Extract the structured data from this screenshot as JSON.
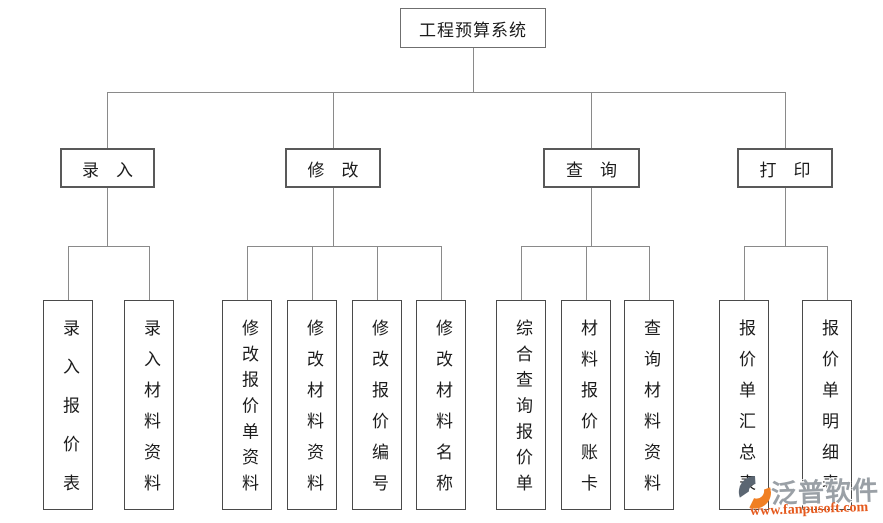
{
  "title": "工程预算系统",
  "tree": {
    "root": {
      "label": "工程预算系统"
    },
    "branches": [
      {
        "label": "录　入",
        "children": [
          "录入报价表",
          "录入材料资料"
        ]
      },
      {
        "label": "修　改",
        "children": [
          "修改报价单资料",
          "修改材料资料",
          "修改报价编号",
          "修改材料名称"
        ]
      },
      {
        "label": "查　询",
        "children": [
          "综合查询报价单",
          "材料报价账卡",
          "查询材料资料"
        ]
      },
      {
        "label": "打　印",
        "children": [
          "报价单汇总表",
          "报价单明细表"
        ]
      }
    ]
  },
  "watermark": {
    "brand": "泛普软件",
    "url": "www.fanpusoft.com"
  },
  "colors": {
    "line": "#8a8a8a",
    "box_border": "#595959",
    "text": "#1c1c1c",
    "logo_gray": "#5b6672",
    "logo_orange": "#f07f23",
    "brand_gray": "#9aa0a6",
    "url_orange": "#e55a1e"
  }
}
